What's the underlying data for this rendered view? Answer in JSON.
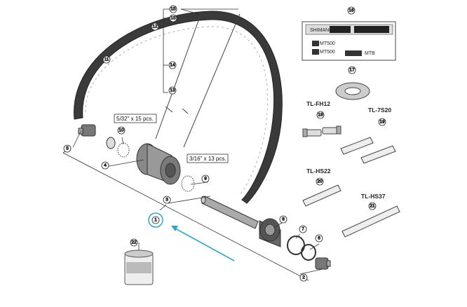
{
  "callouts": {
    "c1": "1",
    "c2": "2",
    "c3": "3",
    "c4": "4",
    "c5": "5",
    "c6": "6",
    "c7": "7",
    "c8": "8",
    "c9": "9",
    "c10": "10",
    "c11": "11",
    "c12": "12",
    "c13": "13",
    "c14": "14",
    "c15a": "15",
    "c15b": "15",
    "c16": "16",
    "c17": "17",
    "c18": "18",
    "c19": "19",
    "c20": "20",
    "c21": "21",
    "c22": "22"
  },
  "notes": {
    "balls_front": "5/32\" x 15 pcs.",
    "balls_rear": "3/16\" x 13 pcs."
  },
  "tools": {
    "fh12": "TL-FH12",
    "s7s20": "TL-7S20",
    "hs22": "TL-HS22",
    "hs37": "TL-HS37"
  },
  "decal": {
    "brand": "SHIMANO",
    "model1": "MT500",
    "model2": "MT500",
    "small": "MTB"
  },
  "colors": {
    "line": "#333333",
    "highlight": "#2aa7d6",
    "rim_fill": "#3a3a3a"
  }
}
